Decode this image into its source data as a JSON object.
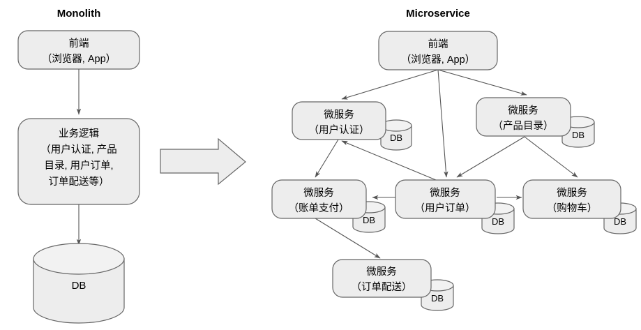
{
  "sections": {
    "monolith": {
      "title": "Monolith"
    },
    "microservice": {
      "title": "Microservice"
    }
  },
  "monolith_nodes": {
    "frontend": {
      "line1": "前端",
      "line2": "（浏览器, App）"
    },
    "business_logic": {
      "line1": "业务逻辑",
      "line2": "（用户认证, 产品",
      "line3": "目录, 用户订单,",
      "line4": "订单配送等）"
    },
    "database": {
      "label": "DB"
    }
  },
  "microservice_nodes": {
    "frontend": {
      "line1": "前端",
      "line2": "（浏览器, App）"
    },
    "auth": {
      "line1": "微服务",
      "line2": "（用户认证）",
      "db": "DB"
    },
    "catalog": {
      "line1": "微服务",
      "line2": "（产品目录）",
      "db": "DB"
    },
    "billing": {
      "line1": "微服务",
      "line2": "（账单支付）",
      "db": "DB"
    },
    "orders": {
      "line1": "微服务",
      "line2": "（用户订单）",
      "db": "DB"
    },
    "cart": {
      "line1": "微服务",
      "line2": "（购物车）",
      "db": "DB"
    },
    "delivery": {
      "line1": "微服务",
      "line2": "（订单配送）",
      "db": "DB"
    }
  },
  "transform_arrow": {
    "name": "transformation-arrow"
  },
  "colors": {
    "shape_fill": "#ededed",
    "shape_stroke": "#666666",
    "edge": "#555555",
    "text": "#000000",
    "background": "#ffffff"
  }
}
